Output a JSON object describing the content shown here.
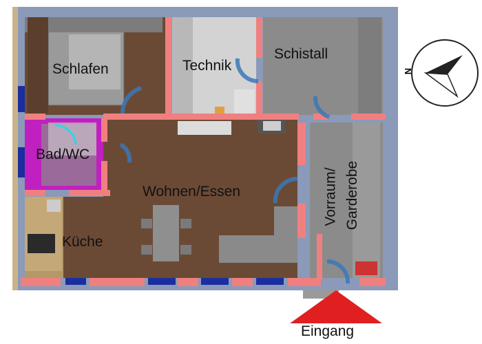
{
  "rooms": {
    "schlafen": "Schlafen",
    "technik": "Technik",
    "schistall": "Schistall",
    "bad": "Bad/WC",
    "wohnen": "Wohnen/Essen",
    "kueche": "Küche",
    "vorraum_line1": "Vorraum/",
    "vorraum_line2": "Garderobe"
  },
  "entrance": "Eingang",
  "compass": {
    "north_label": "N"
  },
  "colors": {
    "outer_wall": "#8a9ab8",
    "floor_wood": "#6b4a35",
    "floor_grey": "#8b8b8b",
    "floor_tile": "#c8c8c8",
    "wall_cut": "#f08080",
    "bath": "#c020c0",
    "door_swing": "#3a78b8",
    "entrance_arrow": "#e02020",
    "window": "#1a2ea0"
  }
}
